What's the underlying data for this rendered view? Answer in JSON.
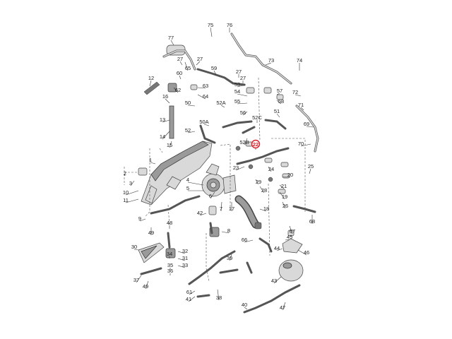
{
  "diagram": {
    "highlight_color": "#d8202a",
    "highlighted_label": "22",
    "callouts": [
      {
        "id": "c75",
        "label": "75"
      },
      {
        "id": "c76",
        "label": "76"
      },
      {
        "id": "c77",
        "label": "77"
      },
      {
        "id": "c73",
        "label": "73"
      },
      {
        "id": "c74",
        "label": "74"
      },
      {
        "id": "c65",
        "label": "65"
      },
      {
        "id": "c59",
        "label": "59"
      },
      {
        "id": "c27a",
        "label": "27"
      },
      {
        "id": "c27b",
        "label": "27"
      },
      {
        "id": "c27c",
        "label": "27"
      },
      {
        "id": "c27d",
        "label": "27"
      },
      {
        "id": "c60",
        "label": "60"
      },
      {
        "id": "c62",
        "label": "62"
      },
      {
        "id": "c63",
        "label": "63"
      },
      {
        "id": "c64",
        "label": "64"
      },
      {
        "id": "c12",
        "label": "12"
      },
      {
        "id": "c16",
        "label": "16"
      },
      {
        "id": "c13",
        "label": "13"
      },
      {
        "id": "c14",
        "label": "14"
      },
      {
        "id": "c15",
        "label": "15"
      },
      {
        "id": "c1",
        "label": "1"
      },
      {
        "id": "c2",
        "label": "2"
      },
      {
        "id": "c3",
        "label": "3"
      },
      {
        "id": "c10",
        "label": "10"
      },
      {
        "id": "c11",
        "label": "11"
      },
      {
        "id": "c9",
        "label": "9"
      },
      {
        "id": "c49a",
        "label": "49"
      },
      {
        "id": "c48",
        "label": "48"
      },
      {
        "id": "c30",
        "label": "30"
      },
      {
        "id": "c32",
        "label": "32"
      },
      {
        "id": "c31",
        "label": "31"
      },
      {
        "id": "c33",
        "label": "33"
      },
      {
        "id": "c37",
        "label": "37"
      },
      {
        "id": "c49b",
        "label": "49"
      },
      {
        "id": "c34",
        "label": "34"
      },
      {
        "id": "c35",
        "label": "35"
      },
      {
        "id": "c36",
        "label": "36"
      },
      {
        "id": "c50",
        "label": "50"
      },
      {
        "id": "c51",
        "label": "51"
      },
      {
        "id": "c52A",
        "label": "52A"
      },
      {
        "id": "c52B",
        "label": "52B"
      },
      {
        "id": "c52C",
        "label": "52C"
      },
      {
        "id": "c52",
        "label": "52"
      },
      {
        "id": "c50A",
        "label": "50A"
      },
      {
        "id": "c53",
        "label": "53"
      },
      {
        "id": "c54",
        "label": "54"
      },
      {
        "id": "c55",
        "label": "55"
      },
      {
        "id": "c56",
        "label": "56"
      },
      {
        "id": "c57",
        "label": "57"
      },
      {
        "id": "c58",
        "label": "58"
      },
      {
        "id": "c22",
        "label": "22"
      },
      {
        "id": "c23",
        "label": "23"
      },
      {
        "id": "c4",
        "label": "4"
      },
      {
        "id": "c5",
        "label": "5"
      },
      {
        "id": "c17",
        "label": "17"
      },
      {
        "id": "c18",
        "label": "18"
      },
      {
        "id": "c19",
        "label": "19"
      },
      {
        "id": "c20",
        "label": "20"
      },
      {
        "id": "c21",
        "label": "21"
      },
      {
        "id": "c42",
        "label": "42"
      },
      {
        "id": "c6",
        "label": "6"
      },
      {
        "id": "c7",
        "label": "7"
      },
      {
        "id": "c8",
        "label": "8"
      },
      {
        "id": "c44",
        "label": "44"
      },
      {
        "id": "c45",
        "label": "45"
      },
      {
        "id": "c46",
        "label": "46"
      },
      {
        "id": "c47",
        "label": "47"
      },
      {
        "id": "c43",
        "label": "43"
      },
      {
        "id": "c41",
        "label": "41"
      },
      {
        "id": "c40",
        "label": "40"
      },
      {
        "id": "c39",
        "label": "39"
      },
      {
        "id": "c38",
        "label": "38"
      },
      {
        "id": "c61",
        "label": "61"
      },
      {
        "id": "c66",
        "label": "66"
      },
      {
        "id": "c67",
        "label": "67"
      },
      {
        "id": "c68",
        "label": "68"
      },
      {
        "id": "c69",
        "label": "69"
      },
      {
        "id": "c70",
        "label": "70"
      },
      {
        "id": "c71",
        "label": "71"
      },
      {
        "id": "c72",
        "label": "72"
      },
      {
        "id": "c25",
        "label": "25"
      },
      {
        "id": "c24",
        "label": "24"
      },
      {
        "id": "c26",
        "label": "26"
      },
      {
        "id": "c28",
        "label": "28"
      },
      {
        "id": "c29",
        "label": "29"
      }
    ]
  }
}
